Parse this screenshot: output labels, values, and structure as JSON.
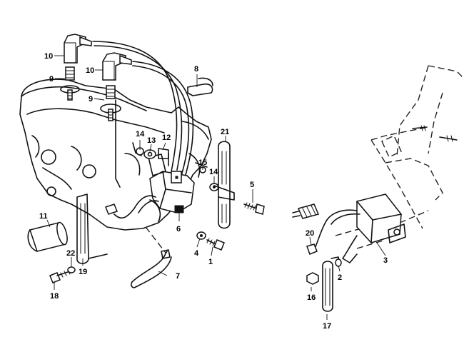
{
  "callouts": [
    {
      "id": "c10a",
      "label": "10"
    },
    {
      "id": "c10b",
      "label": "10"
    },
    {
      "id": "c9a",
      "label": "9"
    },
    {
      "id": "c9b",
      "label": "9"
    },
    {
      "id": "c8",
      "label": "8"
    },
    {
      "id": "c14a",
      "label": "14"
    },
    {
      "id": "c13",
      "label": "13"
    },
    {
      "id": "c12",
      "label": "12"
    },
    {
      "id": "c21",
      "label": "21"
    },
    {
      "id": "c15",
      "label": "15"
    },
    {
      "id": "c14b",
      "label": "14"
    },
    {
      "id": "c5",
      "label": "5"
    },
    {
      "id": "c11",
      "label": "11"
    },
    {
      "id": "c6",
      "label": "6"
    },
    {
      "id": "c4",
      "label": "4"
    },
    {
      "id": "c1",
      "label": "1"
    },
    {
      "id": "c22",
      "label": "22"
    },
    {
      "id": "c19",
      "label": "19"
    },
    {
      "id": "c18",
      "label": "18"
    },
    {
      "id": "c7",
      "label": "7"
    },
    {
      "id": "c20",
      "label": "20"
    },
    {
      "id": "c3",
      "label": "3"
    },
    {
      "id": "c2",
      "label": "2"
    },
    {
      "id": "c16",
      "label": "16"
    },
    {
      "id": "c17",
      "label": "17"
    }
  ]
}
